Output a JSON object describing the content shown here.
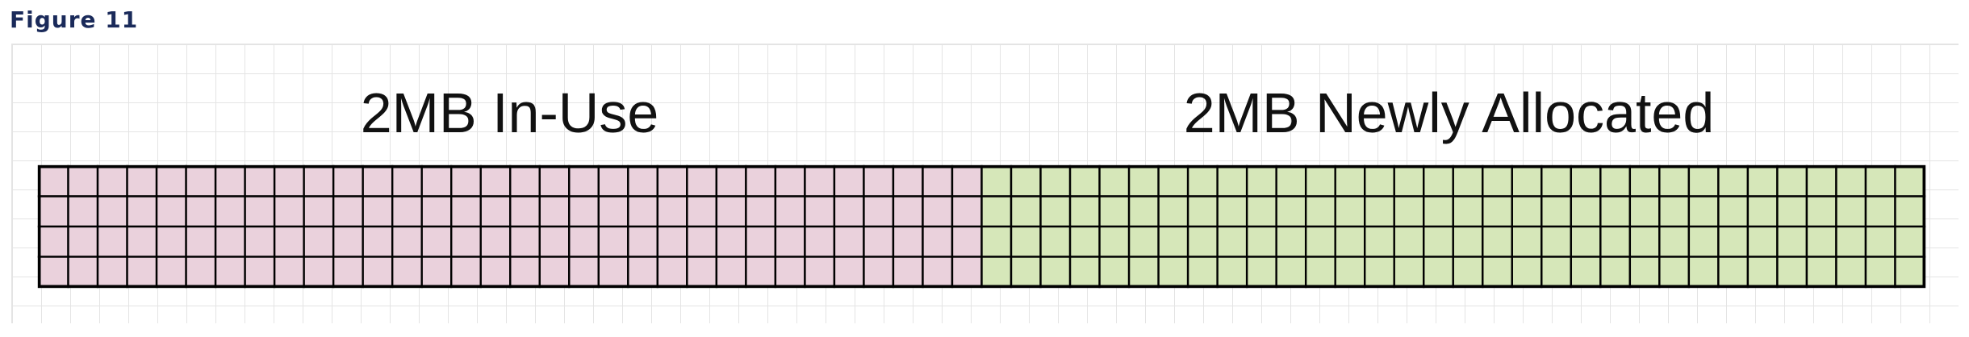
{
  "figure_label": "Figure 11",
  "blocks": [
    {
      "label": "2MB In-Use",
      "color": "#ead1dc",
      "pages_per_row": 32,
      "rows": 4
    },
    {
      "label": "2MB Newly Allocated",
      "color": "#d6e7b9",
      "pages_per_row": 32,
      "rows": 4
    }
  ],
  "cell_border_color": "#000000"
}
